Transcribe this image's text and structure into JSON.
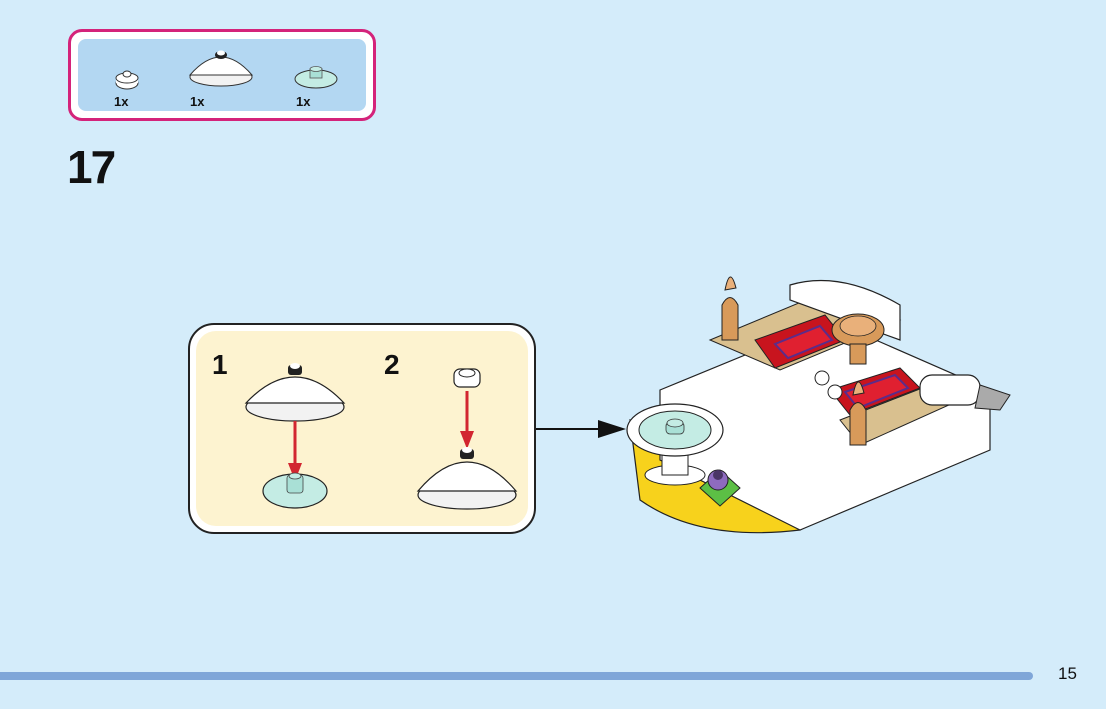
{
  "parts_list": {
    "items": [
      {
        "name": "round-plate-1x1-white",
        "qty": "1x"
      },
      {
        "name": "dish-4x4-white",
        "qty": "1x"
      },
      {
        "name": "dish-2x2-transparent-aqua",
        "qty": "1x"
      }
    ]
  },
  "step": {
    "number": "17"
  },
  "sub_steps": [
    {
      "label": "1"
    },
    {
      "label": "2"
    }
  ],
  "footer": {
    "page_number": "15"
  },
  "colors": {
    "accent_border": "#d4237a",
    "background": "#d4ecfa",
    "parts_bg": "#b3d7f2",
    "substep_bg": "#fdf3d0",
    "arrow_red": "#d22630",
    "bar": "#7fa6d8"
  }
}
